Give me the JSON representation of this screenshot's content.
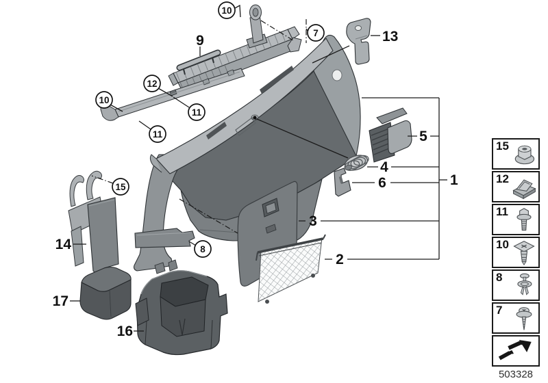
{
  "document": {
    "code": "503328"
  },
  "palette": {
    "background": "#ffffff",
    "line": "#1a1a1a",
    "part_light": "#b4b8bb",
    "part_mid": "#9aa0a3",
    "part_dark": "#666b6e",
    "part_darkest": "#4f5356"
  },
  "diagram": {
    "part_labels": {
      "p1": "1",
      "p2": "2",
      "p3": "3",
      "p4": "4",
      "p5": "5",
      "p6": "6",
      "p9": "9",
      "p13": "13",
      "p14": "14",
      "p16": "16",
      "p17": "17"
    },
    "circled_callouts": {
      "c7": "7",
      "c8": "8",
      "c10_top": "10",
      "c10_left": "10",
      "c11_right": "11",
      "c11_left": "11",
      "c12": "12",
      "c15": "15"
    }
  },
  "legend": {
    "items": [
      {
        "number": "15",
        "icon": "flange-nut-icon"
      },
      {
        "number": "12",
        "icon": "clip-nut-icon"
      },
      {
        "number": "11",
        "icon": "hex-bolt-icon"
      },
      {
        "number": "10",
        "icon": "expansion-rivet-icon"
      },
      {
        "number": "8",
        "icon": "blind-rivet-icon"
      },
      {
        "number": "7",
        "icon": "screw-washer-icon"
      }
    ]
  }
}
